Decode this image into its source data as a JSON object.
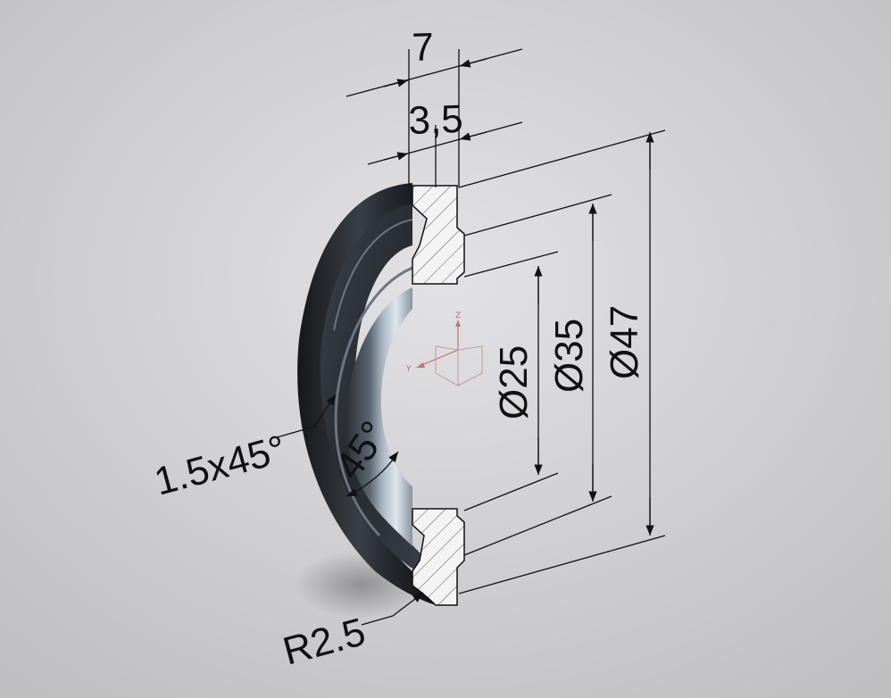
{
  "dimensions": {
    "width_total": "7",
    "width_inner": "3,5",
    "diameter_inner": "Ø25",
    "diameter_mid": "Ø35",
    "diameter_outer": "Ø47",
    "chamfer": "1.5x45°",
    "angle": "45°",
    "radius": "R2.5"
  },
  "axes": {
    "z": "Z",
    "y": "Y"
  },
  "colors": {
    "background": "#c9c9cb",
    "part_dark": "#1f2226",
    "part_highlight": "#b8c4d0",
    "section_fill": "#f3f3f3",
    "dimension_line": "#111111",
    "axis_red": "#c05050"
  }
}
